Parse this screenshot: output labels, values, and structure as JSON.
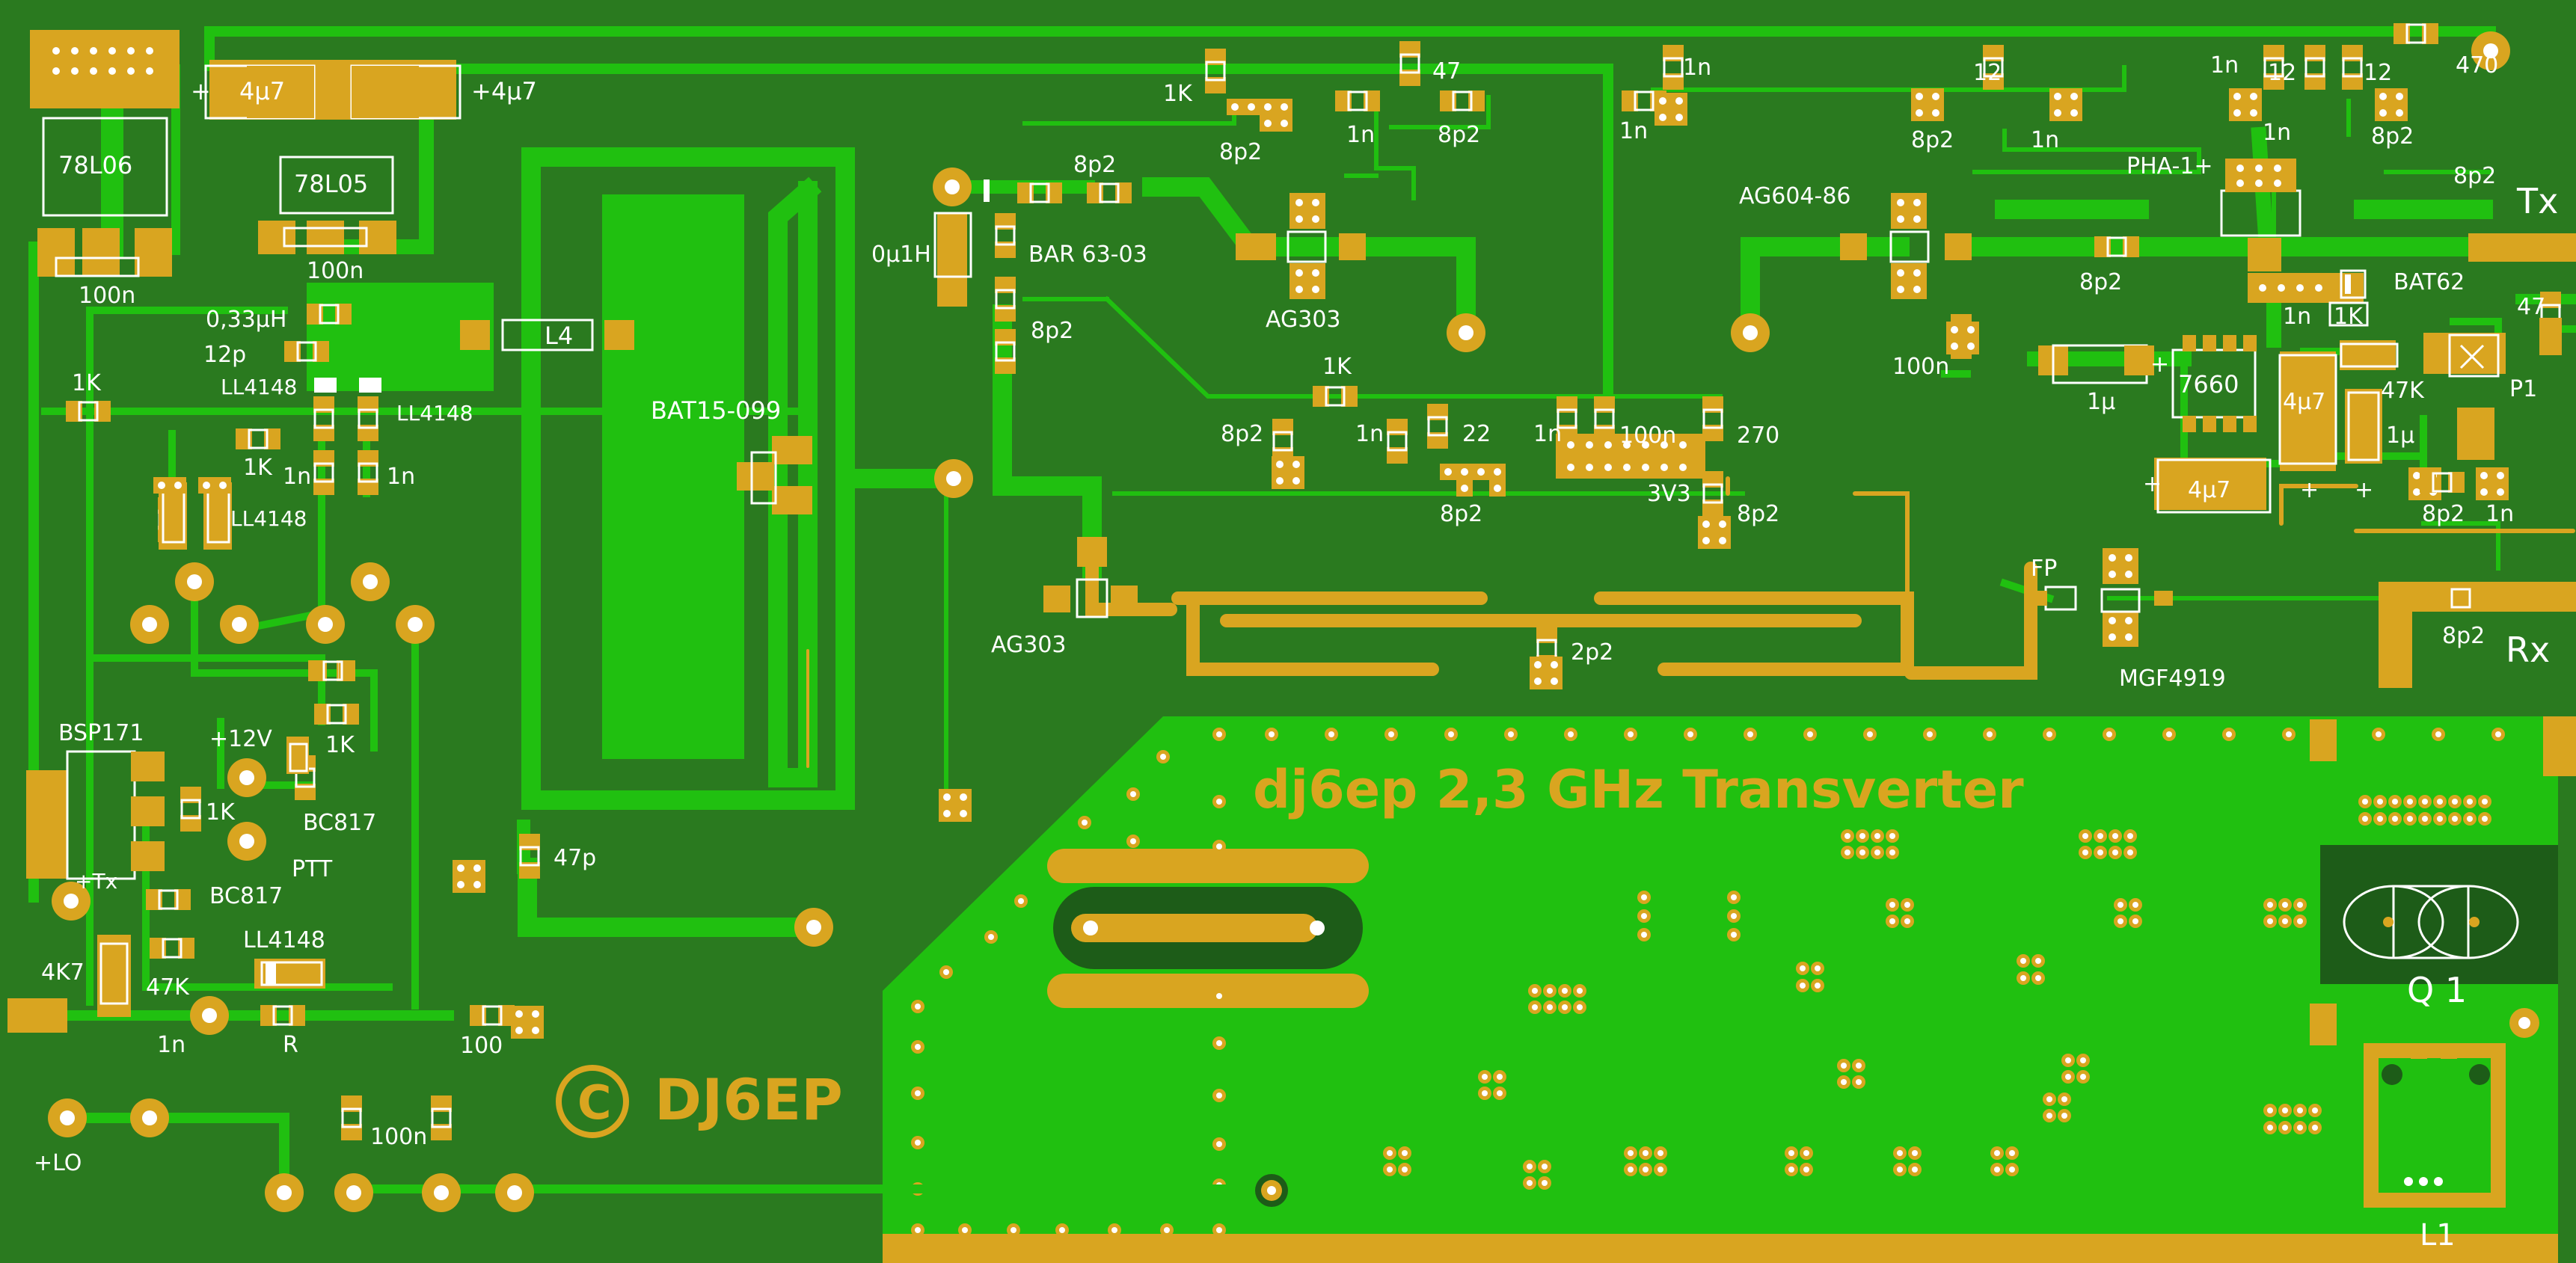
{
  "board": {
    "title": "dj6ep 2,3 GHz Transverter",
    "copyright_symbol": "©",
    "copyright_name": "DJ6EP",
    "colors": {
      "substrate": "#2a7a1f",
      "copper": "#20c010",
      "pad": "#d9a520",
      "silkscreen": "#ffffff",
      "crystal_area": "#1d5c18"
    }
  },
  "labels": {
    "reg_78l06": "78L06",
    "reg_78l05": "78L05",
    "c_4u7_left": "4µ7",
    "c_4u7_right": "+4µ7",
    "c_100n_a": "100n",
    "c_100n_b": "100n",
    "l_033uh": "0,33µH",
    "c_12p": "12p",
    "r_1k_a": "1K",
    "d_ll4148_a": "LL4148",
    "d_ll4148_b": "LL4148",
    "r_1k_b": "1K",
    "c_1n_a": "1n",
    "c_1n_b": "1n",
    "d_ll4148_c": "LL4148",
    "l4": "L4",
    "bat15": "BAT15-099",
    "l_0u1h": "0µ1H",
    "bar63": "BAR 63-03",
    "c_8p2_a": "8p2",
    "c_8p2_b": "8p2",
    "r_1k_c": "1K",
    "c_8p2_c": "8p2",
    "c_47": "47",
    "c_1n_c": "1n",
    "c_8p2_d": "8p2",
    "c_1n_d": "1n",
    "c_1n_e": "1n",
    "ag303_a": "AG303",
    "ag604": "AG604-86",
    "c_12_a": "12",
    "c_8p2_e": "8p2",
    "c_1n_f": "1n",
    "c_1n_g": "1n",
    "c_12_b": "12",
    "c_12_c": "12",
    "c_1n_h": "1n",
    "c_8p2_f": "8p2",
    "r_470": "470",
    "pha1": "PHA-1+",
    "c_8p2_g": "8p2",
    "tx": "Tx",
    "c_8p2_h": "8p2",
    "bat62": "BAT62",
    "c_1n_i": "1n",
    "r_1k_d": "1K",
    "r_47": "47",
    "r_1k_e": "1K",
    "c_8p2_i": "8p2",
    "c_1n_j": "1n",
    "c_22": "22",
    "c_8p2_j": "8p2",
    "c_1n_k": "1n",
    "c_100n_c": "100n",
    "r_270": "270",
    "v3v3": "3V3",
    "c_8p2_k": "8p2",
    "c_100n_d": "100n",
    "c_1u_a": "1µ",
    "ic_7660": "7660",
    "c_4u7_b": "4µ7",
    "r_47k_a": "47K",
    "c_1u_b": "1µ",
    "p1": "P1",
    "c_4u7_c": "4µ7",
    "c_8p2_l": "8p2",
    "c_1n_l": "1n",
    "ag303_b": "AG303",
    "c_2p2": "2p2",
    "fp": "FP",
    "mgf4919": "MGF4919",
    "c_8p2_m": "8p2",
    "rx": "Rx",
    "bsp171": "BSP171",
    "p12v": "+12V",
    "r_1k_f": "1K",
    "r_1k_g": "1K",
    "bc817_a": "BC817",
    "ptx": "+Tx",
    "ptt": "PTT",
    "bc817_b": "BC817",
    "c_47p": "47p",
    "r_4k7": "4K7",
    "r_47k_b": "47K",
    "d_ll4148_d": "LL4148",
    "c_1n_m": "1n",
    "r_r": "R",
    "r_100": "100",
    "plo": "+LO",
    "c_100n_e": "100n",
    "q1": "Q 1",
    "l1": "L1"
  }
}
